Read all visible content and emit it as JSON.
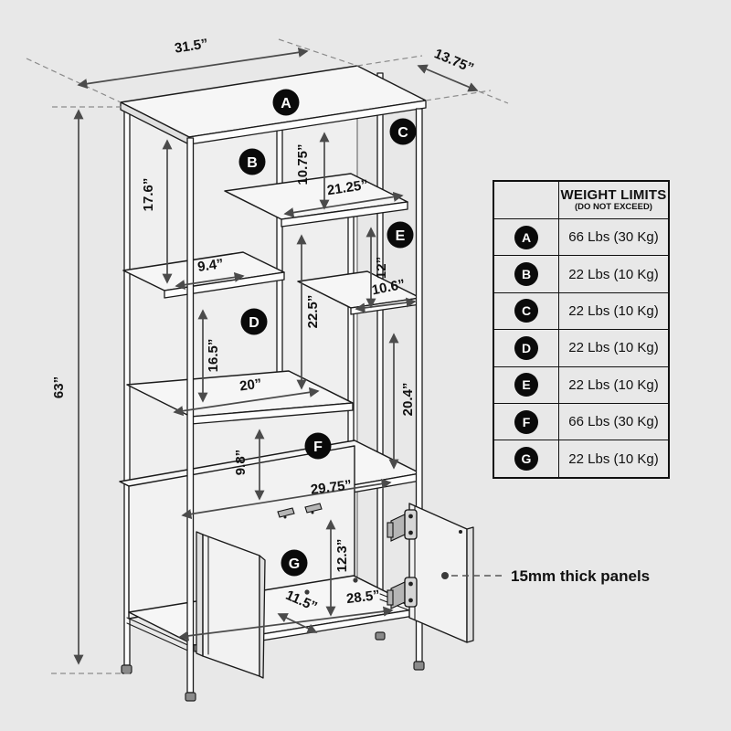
{
  "diagram": {
    "badges": {
      "a": "A",
      "b": "B",
      "c": "C",
      "d": "D",
      "e": "E",
      "f": "F",
      "g": "G"
    },
    "dims": {
      "width": "31.5”",
      "depth": "13.75”",
      "height": "63”",
      "shelf_b_height": "17.6”",
      "top_middle_height": "10.75”",
      "middle_shelf_width": "21.25”",
      "left_shelf_depth": "9.4”",
      "shelf_e_height": "12”",
      "shelf_e_width": "10.6”",
      "middle_height": "22.5”",
      "shelf_d_height": "16.5”",
      "shelf_d_width": "20”",
      "right_column_height": "20.4”",
      "shelf_f_height": "9.8”",
      "bottom_shelf_width": "29.75”",
      "cabinet_g_height": "12.3”",
      "cabinet_g_depth": "11.5”",
      "cabinet_g_width": "28.5”"
    },
    "note": "15mm thick panels"
  },
  "table": {
    "title": "WEIGHT LIMITS",
    "subtitle": "(DO NOT EXCEED)",
    "rows": [
      {
        "label": "A",
        "value": "66 Lbs (30 Kg)"
      },
      {
        "label": "B",
        "value": "22 Lbs (10 Kg)"
      },
      {
        "label": "C",
        "value": "22 Lbs (10 Kg)"
      },
      {
        "label": "D",
        "value": "22 Lbs (10 Kg)"
      },
      {
        "label": "E",
        "value": "22 Lbs (10 Kg)"
      },
      {
        "label": "F",
        "value": "66 Lbs (30 Kg)"
      },
      {
        "label": "G",
        "value": "22 Lbs (10 Kg)"
      }
    ]
  },
  "colors": {
    "background": "#e8e8e8",
    "line": "#1b1b1b",
    "dimension": "#4b4b4b",
    "badge": "#0a0a0a"
  }
}
